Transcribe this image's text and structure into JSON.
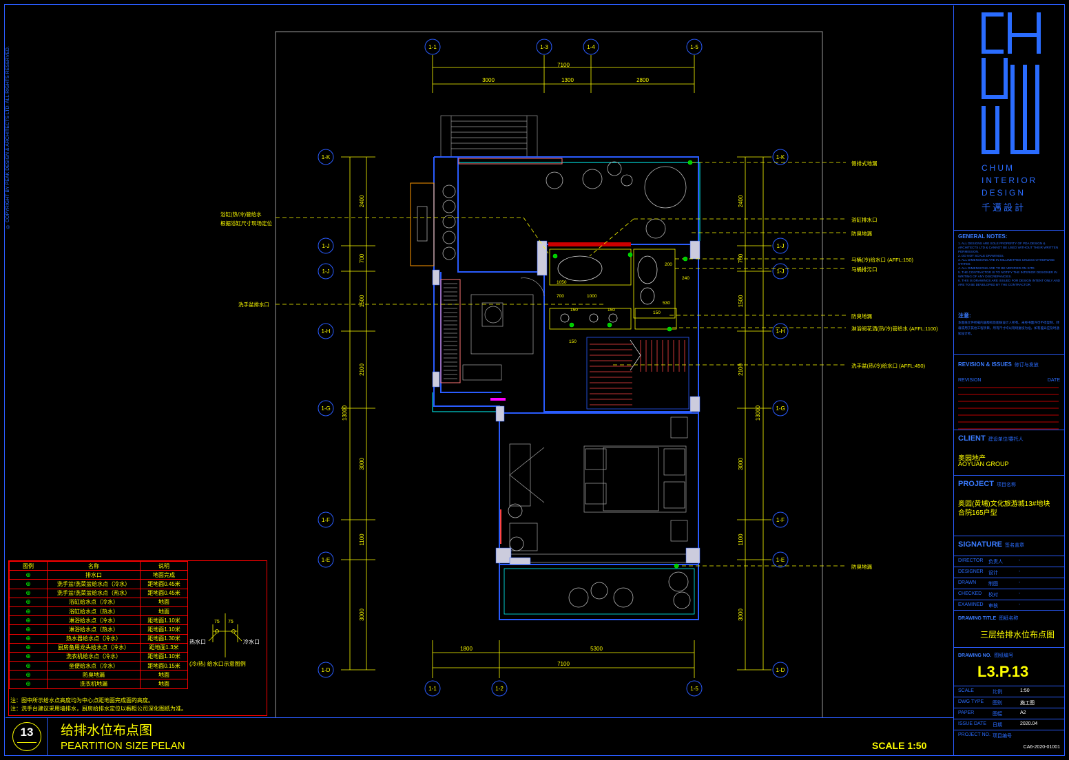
{
  "copyright": "© COPYRIGHT BY PEAK DESIGN & ARCHITECTS LTD. ALL RIGHTS RESERVED.",
  "logo": {
    "brand_en_1": "CHUM",
    "brand_en_2": "INTERIOR",
    "brand_en_3": "DESIGN",
    "brand_cn": "千邁設計"
  },
  "notes": {
    "title": "GENERAL NOTES:",
    "items": [
      "1. ALL DESIGNS ARE SOLE PROPERTY OF PDA DESIGN & ARCHITECTS LTD & CANNOT BE USED WITHOUT THEIR WRITTEN PERMISSION.",
      "2. DO NOT SCALE DRAWINGS.",
      "3. ALL DIMENSIONS ARE IN MILLIMETRES UNLESS OTHERWISE STATED.",
      "4. ALL DIMENSIONS ARE TO BE VERIFIED ON SITE.",
      "5. THE CONTRACTOR IS TO NOTIFY THE INTERIOR DESIGNER IN WRITING OF ANY DISCREPANCIES.",
      "6. THIS IS DRAWINGS ARE ISSUED FOR DESIGN INTENT ONLY AND ARE TO BE DEVELOPED BY THE CONTRACTOR."
    ],
    "cn_title": "注意:",
    "cn_text": "本图纸文件所载内容版权及图纸设计人所有。未经书面许可不得复制、转载或用于其他工程项目。所有尺寸均以现场复核为准，如有差异应及时通知设计师。"
  },
  "revision": {
    "title": "REVISION & ISSUES",
    "title_cn": "修订与发放",
    "col1": "REVISION",
    "col2": "DATE"
  },
  "client": {
    "title": "CLIENT",
    "title_cn": "建设单位/委托人",
    "name_cn": "奥园地产",
    "name_en": "AOYUAN GROUP"
  },
  "project": {
    "title": "PROJECT",
    "title_cn": "项目名称",
    "line1": "奥园(黄埔)文化旅游城13#地块",
    "line2": "合院165户型"
  },
  "signature": {
    "title": "SIGNATURE",
    "title_cn": "签名盖章",
    "rows": [
      {
        "en": "DIRECTOR",
        "cn": "负责人",
        "val": "-"
      },
      {
        "en": "DESIGNER",
        "cn": "设计",
        "val": "-"
      },
      {
        "en": "DRAWN",
        "cn": "制图",
        "val": "-"
      },
      {
        "en": "CHECKED",
        "cn": "校对",
        "val": "-"
      },
      {
        "en": "EXAMINED",
        "cn": "审核",
        "val": "-"
      }
    ]
  },
  "drawing_title": {
    "label": "DRAWING TITLE",
    "label_cn": "图纸名称",
    "value": "三层给排水位布点图"
  },
  "drawing_no": {
    "label": "DRAWING NO.",
    "label_cn": "图纸编号",
    "value": "L3.P.13"
  },
  "meta": [
    {
      "en": "SCALE",
      "cn": "比例",
      "val": "1:50"
    },
    {
      "en": "DWG TYPE",
      "cn": "图别",
      "val": "施工图"
    },
    {
      "en": "PAPER",
      "cn": "图幅",
      "val": "A2"
    },
    {
      "en": "ISSUE DATE",
      "cn": "日期",
      "val": "2020.04"
    },
    {
      "en": "PROJECT NO.",
      "cn": "项目编号",
      "val": ""
    }
  ],
  "project_code": "CA6-2020-01001",
  "legend": {
    "headers": [
      "图例",
      "名称",
      "说明"
    ],
    "rows": [
      [
        "排水口",
        "地面完成"
      ],
      [
        "洗手盆/洗菜盆给水点（冷水）",
        "距地面0.45米"
      ],
      [
        "洗手盆/洗菜盆给水点（热水）",
        "距地面0.45米"
      ],
      [
        "浴缸给水点（冷水）",
        "地面"
      ],
      [
        "浴缸给水点（热水）",
        "地面"
      ],
      [
        "淋浴给水点（冷水）",
        "距地面1.10米"
      ],
      [
        "淋浴给水点（热水）",
        "距地面1.10米"
      ],
      [
        "热水器给水点（冷水）",
        "距地面1.30米"
      ],
      [
        "厨房备用龙头给水点（冷水）",
        "距地面1.3米"
      ],
      [
        "洗衣机给水点（冷水）",
        "距地面1.10米"
      ],
      [
        "坐便给水点（冷水）",
        "距地面0.15米"
      ],
      [
        "防臭地漏",
        "地面"
      ],
      [
        "洗衣机地漏",
        "地面"
      ]
    ],
    "notes": [
      "注：图中所示给水点高度均为中心点距地面完成面的高度。",
      "注：洗手台建议采用墙排水，厨房给排水定位以橱柜公司深化图纸为准。"
    ],
    "diagram": {
      "hot": "热水口",
      "cold": "冷水口",
      "caption": "(冷/热) 给水口示意图例",
      "d1": "75",
      "d2": "75"
    }
  },
  "title_bar": {
    "number": "13",
    "title_cn": "给排水位布点图",
    "title_en": "PEARTITION SIZE PELAN",
    "scale": "SCALE  1:50"
  },
  "grid": {
    "top": [
      "1-1",
      "1-3",
      "1-4",
      "1-5"
    ],
    "bottom": [
      "1-1",
      "1-2",
      "1-5"
    ],
    "left": [
      "1-K",
      "1-J",
      "1-J",
      "1-H",
      "1-G",
      "1-F",
      "1-E",
      "1-D"
    ],
    "right": [
      "1-K",
      "1-J",
      "1-J",
      "1-H",
      "1-G",
      "1-F",
      "1-E",
      "1-D"
    ]
  },
  "dims": {
    "top_total": "7100",
    "top_segs": [
      "3000",
      "1300",
      "2800"
    ],
    "bottom_total": "7100",
    "bottom_segs": [
      "1800",
      "5300"
    ],
    "vert_total": "13000",
    "vert_segs": [
      "2400",
      "700",
      "1500",
      "2100",
      "3000",
      "1100",
      "3000"
    ],
    "inner": [
      "1050",
      "700",
      "1000",
      "530",
      "150",
      "150",
      "150",
      "200",
      "240",
      "150"
    ]
  },
  "callouts": {
    "right": [
      "侧排式地漏",
      "浴缸排水口",
      "防臭地漏",
      "马桶(冷)给水口 (AFFL:150)",
      "马桶排污口",
      "防臭地漏",
      "淋浴阀花洒(热/冷)管给水 (AFFL:1100)",
      "洗手盆(热/冷)给水口 (AFFL:450)",
      "防臭地漏"
    ],
    "left": [
      "浴缸(热/冷)管给水",
      "根据浴缸尺寸现场定位",
      "洗手盆排水口"
    ]
  }
}
